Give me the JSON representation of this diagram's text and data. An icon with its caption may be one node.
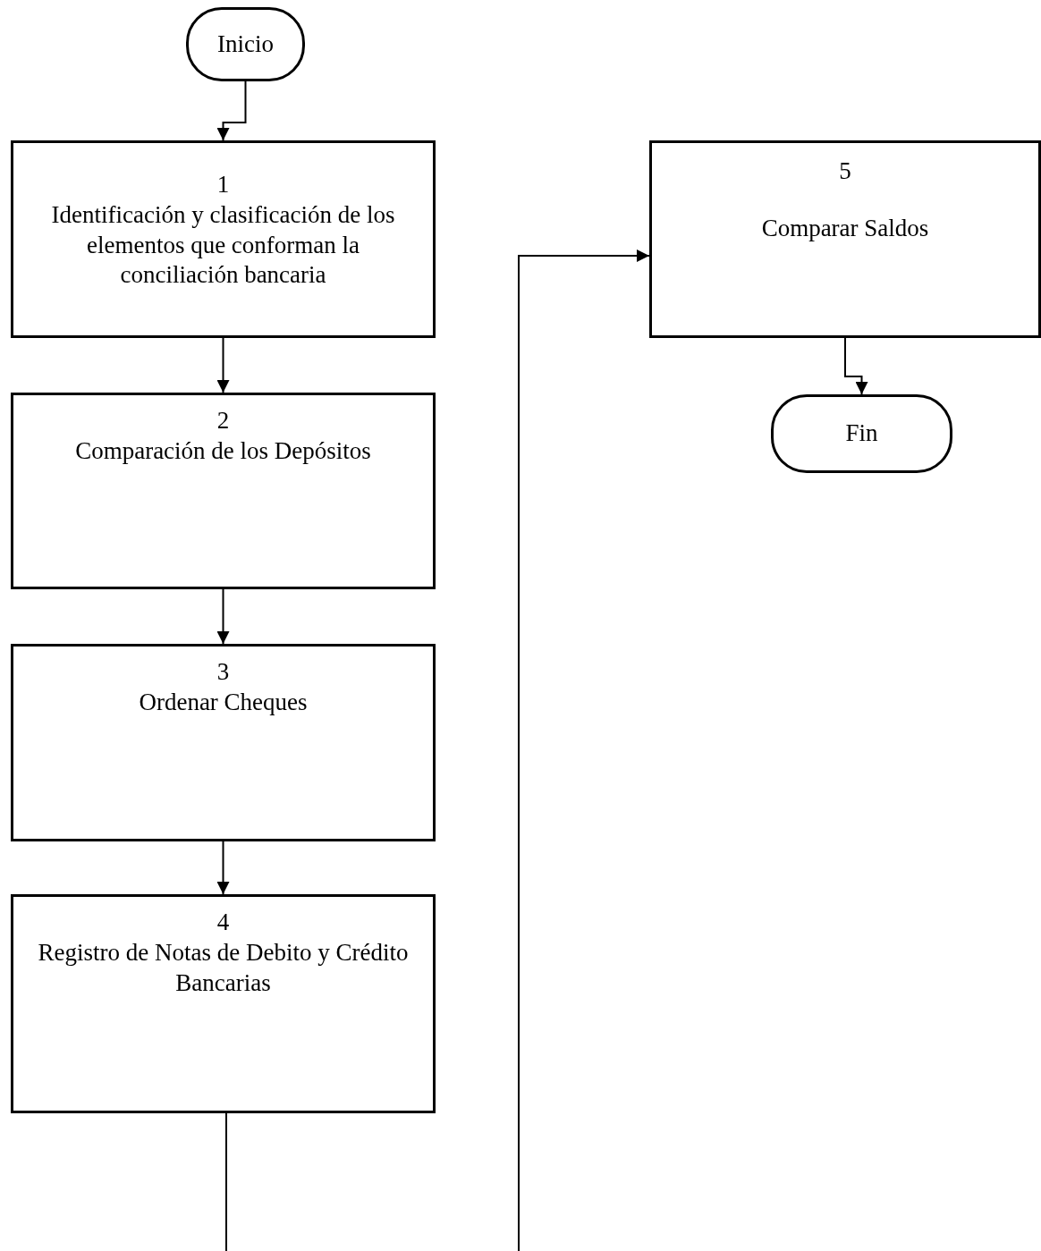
{
  "diagram": {
    "nodes": [
      {
        "text": [
          "Inicio"
        ]
      },
      {
        "text": [
          "1",
          "Identificación y clasificación de los elementos que conforman la conciliación bancaria"
        ]
      },
      {
        "text": [
          "2",
          "Comparación de los Depósitos"
        ]
      },
      {
        "text": [
          "3",
          "Ordenar Cheques"
        ]
      },
      {
        "text": [
          "4",
          "Registro de Notas de Debito y Crédito Bancarias"
        ]
      },
      {
        "text": [
          "5",
          "Comparar Saldos"
        ]
      },
      {
        "text": [
          "Fin"
        ]
      }
    ],
    "edges": [
      {
        "from": 0,
        "to": 1,
        "arrow": "to"
      },
      {
        "from": 1,
        "to": 2,
        "arrow": "to"
      },
      {
        "from": 2,
        "to": 3,
        "arrow": "to"
      },
      {
        "from": 3,
        "to": 4,
        "arrow": "to"
      },
      {
        "from": 4,
        "to": null,
        "arrow": "none"
      },
      {
        "from": null,
        "to": 5,
        "arrow": "to"
      },
      {
        "from": 5,
        "to": 6,
        "arrow": "to"
      }
    ]
  }
}
